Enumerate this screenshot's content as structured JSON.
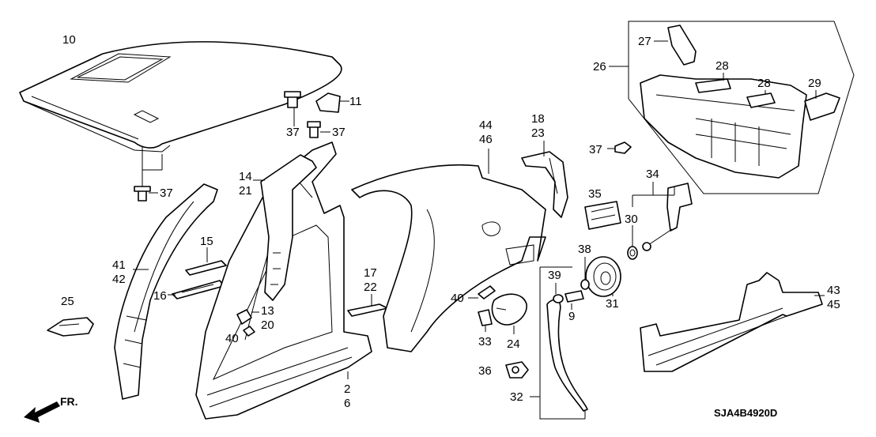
{
  "diagram": {
    "drawing_code": "SJA4B4920D",
    "direction_label": "FR.",
    "callouts": {
      "c10": "10",
      "c11": "11",
      "c37a": "37",
      "c37b": "37",
      "c37c": "37",
      "c37d": "37",
      "c14": "14",
      "c21": "21",
      "c15": "15",
      "c16": "16",
      "c41": "41",
      "c42": "42",
      "c25": "25",
      "c13": "13",
      "c20": "20",
      "c40a": "40",
      "c2": "2",
      "c6": "6",
      "c17": "17",
      "c22": "22",
      "c44": "44",
      "c46": "46",
      "c18": "18",
      "c23": "23",
      "c40b": "40",
      "c33": "33",
      "c24": "24",
      "c36": "36",
      "c32": "32",
      "c39": "39",
      "c9": "9",
      "c38": "38",
      "c31": "31",
      "c35": "35",
      "c34": "34",
      "c30": "30",
      "c26": "26",
      "c27": "27",
      "c28a": "28",
      "c28b": "28",
      "c29": "29",
      "c43": "43",
      "c45": "45"
    }
  }
}
